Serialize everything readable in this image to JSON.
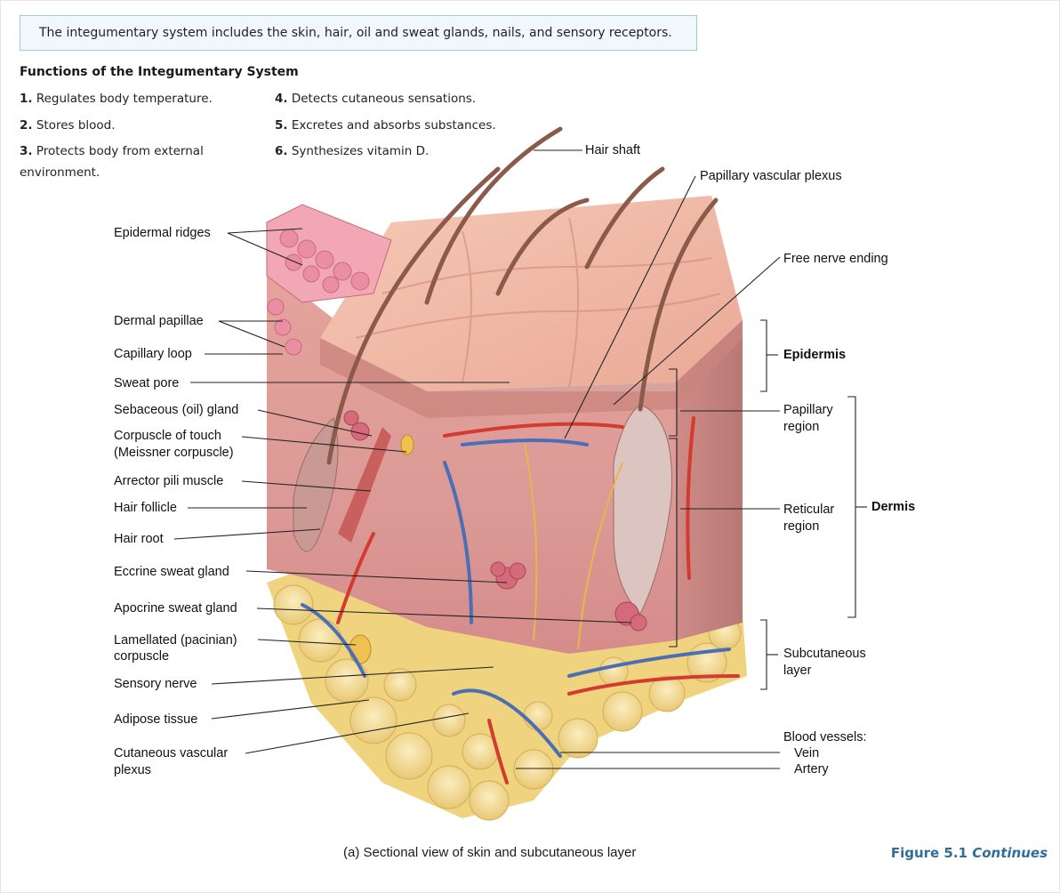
{
  "intro": "The integumentary system includes the skin, hair, oil and sweat glands, nails, and sensory receptors.",
  "functions": {
    "heading": "Functions of the Integumentary System",
    "items": [
      {
        "num": "1.",
        "text": "Regulates body temperature."
      },
      {
        "num": "2.",
        "text": "Stores blood."
      },
      {
        "num": "3.",
        "text": "Protects body from external environment."
      },
      {
        "num": "4.",
        "text": "Detects cutaneous sensations."
      },
      {
        "num": "5.",
        "text": "Excretes and absorbs substances."
      },
      {
        "num": "6.",
        "text": "Synthesizes vitamin D."
      }
    ]
  },
  "labels": {
    "hair_shaft": "Hair shaft",
    "papillary_plexus": "Papillary vascular plexus",
    "free_nerve": "Free nerve ending",
    "epidermal_ridges": "Epidermal ridges",
    "dermal_papillae": "Dermal papillae",
    "capillary_loop": "Capillary loop",
    "sweat_pore": "Sweat pore",
    "sebaceous": "Sebaceous (oil) gland",
    "corpuscle_touch": "Corpuscle of touch",
    "meissner": "(Meissner corpuscle)",
    "arrector": "Arrector pili muscle",
    "hair_follicle": "Hair follicle",
    "hair_root": "Hair root",
    "eccrine": "Eccrine sweat gland",
    "apocrine": "Apocrine sweat gland",
    "lamellated": "Lamellated (pacinian)",
    "lamellated_2": "corpuscle",
    "sensory_nerve": "Sensory nerve",
    "adipose": "Adipose tissue",
    "cutaneous_1": "Cutaneous vascular",
    "cutaneous_2": "plexus",
    "epidermis": "Epidermis",
    "papillary_region_1": "Papillary",
    "papillary_region_2": "region",
    "dermis": "Dermis",
    "reticular_1": "Reticular",
    "reticular_2": "region",
    "subcutaneous_1": "Subcutaneous",
    "subcutaneous_2": "layer",
    "blood_vessels": "Blood vessels:",
    "vein": "Vein",
    "artery": "Artery"
  },
  "caption": "(a) Sectional view of skin and subcutaneous layer",
  "figure_ref": {
    "prefix": "Figure 5.1",
    "suffix": "Continues"
  },
  "colors": {
    "accent_blue": "#2f6e9a",
    "intro_border": "#9ccbdf",
    "skin": "#e9a6a0",
    "dermis": "#d98e8e",
    "adipose": "#f2d98a",
    "artery": "#d23b2f",
    "vein": "#4a6fb5"
  }
}
